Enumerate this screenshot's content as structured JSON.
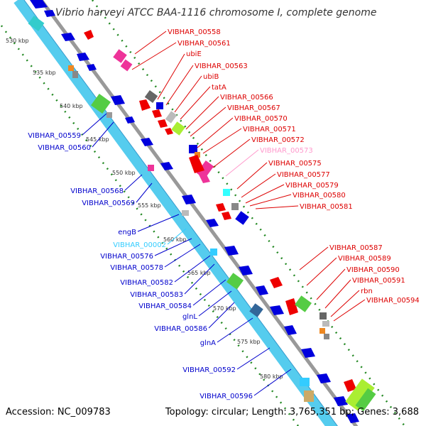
{
  "title": "Vibrio harveyi ATCC BAA-1116 chromosome I, complete genome",
  "accession": "Accession: NC_009783",
  "topology": "Topology: circular; Length: 3,765,351 bp; Genes: 3,688",
  "colors": {
    "reverse": "#0000cc",
    "forward": "#dd0000",
    "pseudo": "#ff99cc",
    "alt": "#33ccff",
    "backbone": "#999999",
    "ring": "#55ccee"
  },
  "ticks": [
    "530 kbp",
    "535 kbp",
    "540 kbp",
    "545 kbp",
    "550 kbp",
    "555 kbp",
    "560 kbp",
    "565 kbp",
    "570 kbp",
    "575 kbp",
    "580 kbp"
  ],
  "right_labels": [
    {
      "text": "VIBHAR_00558",
      "color": "#dd0000"
    },
    {
      "text": "VIBHAR_00561",
      "color": "#dd0000"
    },
    {
      "text": "ubiE",
      "color": "#dd0000"
    },
    {
      "text": "VIBHAR_00563",
      "color": "#dd0000"
    },
    {
      "text": "ubiB",
      "color": "#dd0000"
    },
    {
      "text": "tatA",
      "color": "#dd0000"
    },
    {
      "text": "VIBHAR_00566",
      "color": "#dd0000"
    },
    {
      "text": "VIBHAR_00567",
      "color": "#dd0000"
    },
    {
      "text": "VIBHAR_00570",
      "color": "#dd0000"
    },
    {
      "text": "VIBHAR_00571",
      "color": "#dd0000"
    },
    {
      "text": "VIBHAR_00572",
      "color": "#dd0000"
    },
    {
      "text": "VIBHAR_00573",
      "color": "#ff99cc"
    },
    {
      "text": "VIBHAR_00575",
      "color": "#dd0000"
    },
    {
      "text": "VIBHAR_00577",
      "color": "#dd0000"
    },
    {
      "text": "VIBHAR_00579",
      "color": "#dd0000"
    },
    {
      "text": "VIBHAR_00580",
      "color": "#dd0000"
    },
    {
      "text": "VIBHAR_00581",
      "color": "#dd0000"
    },
    {
      "text": "VIBHAR_00587",
      "color": "#dd0000"
    },
    {
      "text": "VIBHAR_00589",
      "color": "#dd0000"
    },
    {
      "text": "VIBHAR_00590",
      "color": "#dd0000"
    },
    {
      "text": "VIBHAR_00591",
      "color": "#dd0000"
    },
    {
      "text": "rbn",
      "color": "#dd0000"
    },
    {
      "text": "VIBHAR_00594",
      "color": "#dd0000"
    }
  ],
  "left_labels": [
    {
      "text": "VIBHAR_00559",
      "color": "#0000cc"
    },
    {
      "text": "VIBHAR_00560",
      "color": "#0000cc"
    },
    {
      "text": "VIBHAR_00568",
      "color": "#0000cc"
    },
    {
      "text": "VIBHAR_00569",
      "color": "#0000cc"
    },
    {
      "text": "engB",
      "color": "#0000cc"
    },
    {
      "text": "VIBHAR_00002",
      "color": "#33ccff"
    },
    {
      "text": "VIBHAR_00576",
      "color": "#0000cc"
    },
    {
      "text": "VIBHAR_00578",
      "color": "#0000cc"
    },
    {
      "text": "VIBHAR_00582",
      "color": "#0000cc"
    },
    {
      "text": "VIBHAR_00583",
      "color": "#0000cc"
    },
    {
      "text": "VIBHAR_00584",
      "color": "#0000cc"
    },
    {
      "text": "glnL",
      "color": "#0000cc"
    },
    {
      "text": "VIBHAR_00586",
      "color": "#0000cc"
    },
    {
      "text": "glnA",
      "color": "#0000cc"
    },
    {
      "text": "VIBHAR_00592",
      "color": "#0000cc"
    },
    {
      "text": "VIBHAR_00596",
      "color": "#0000cc"
    }
  ]
}
